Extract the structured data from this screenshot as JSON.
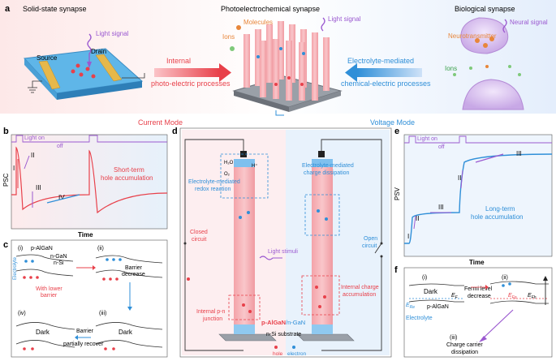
{
  "panel_a": {
    "label": "a",
    "solid_title": "Solid-state synapse",
    "pec_title": "Photoelectrochemical synapse",
    "bio_title": "Biological synapse",
    "light_signal_left": "Light signal",
    "source": "Source",
    "drain": "Drain",
    "molecules": "Molecules",
    "ions_mid": "Ions",
    "light_signal_mid": "Light signal",
    "neural_signal": "Neural signal",
    "neurotransmitter": "Neurotransmitter",
    "ions_right": "Ions",
    "internal_l1": "Internal",
    "internal_l2": "photo-electric processes",
    "electrolyte_l1": "Electrolyte-mediated",
    "electrolyte_l2": "chemical-electric processes",
    "colors": {
      "red": "#e8404a",
      "blue": "#2f8fd8",
      "purple": "#9b59d0",
      "orange": "#e8863a"
    }
  },
  "modes": {
    "current": "Current Mode",
    "voltage": "Voltage Mode"
  },
  "panel_b": {
    "label": "b",
    "light_on": "Light on",
    "off": "off",
    "ylabel": "PSC",
    "xlabel": "Time",
    "n1": "I",
    "n2": "II",
    "n3": "III",
    "n4": "IV",
    "annot_l1": "Short-term",
    "annot_l2": "hole accumulation"
  },
  "panel_c": {
    "label": "c",
    "i": "(i)",
    "ii": "(ii)",
    "iii": "(iii)",
    "iv": "(iv)",
    "palgan": "p-AlGaN",
    "ngan": "n-GaN",
    "nsi": "n-Si",
    "electrolyte": "Electrolyte",
    "barrier_decrease_l1": "Barrier",
    "barrier_decrease_l2": "decrease",
    "lower_l1": "With lower",
    "lower_l2": "barrier",
    "dark_left": "Dark",
    "dark_right": "Dark",
    "recover_l1": "Barrier",
    "recover_l2": "partially recover"
  },
  "panel_d": {
    "label": "d",
    "redox_l1": "Electrolyte-mediated",
    "redox_l2": "redox reaction",
    "dissip_l1": "Electrolyte-mediated",
    "dissip_l2": "charge dissipation",
    "closed_l1": "Closed",
    "closed_l2": "circuit",
    "open_l1": "Open",
    "open_l2": "circuit",
    "light_stimuli": "Light stimuli",
    "internal_pn_l1": "Internal p-n",
    "internal_pn_l2": "junction",
    "internal_charge_l1": "Internal charge",
    "internal_charge_l2": "accumulation",
    "heterostructure_p": "p-AlGaN",
    "heterostructure_n": "/n-GaN",
    "substrate": "n-Si substrate",
    "hole": "hole",
    "electron": "electron",
    "h2o": "H₂O",
    "hplus": "H⁺",
    "o2": "O₂"
  },
  "panel_e": {
    "label": "e",
    "light_on": "Light on",
    "off": "off",
    "ylabel": "PSV",
    "xlabel": "Time",
    "n1": "I",
    "n2": "II",
    "n3": "III",
    "n2b": "II",
    "n3b": "III",
    "annot_l1": "Long-term",
    "annot_l2": "hole accumulation"
  },
  "panel_f": {
    "label": "f",
    "i": "(i)",
    "ii": "(ii)",
    "iii_l1": "(iii)",
    "iii_l2": "Charge carrier",
    "iii_l3": "dissipation",
    "dark": "Dark",
    "palgan": "p-AlGaN",
    "electrolyte": "Electrolyte",
    "fermi_l1": "Fermi level",
    "fermi_l2": "decrease",
    "ef": "E",
    "ef_sub": "F",
    "eredox": "E",
    "eredox_sub": "Re",
    "efp": "E",
    "efp_sub": "Fp",
    "efh": "E",
    "efh_sub": "Fh"
  }
}
